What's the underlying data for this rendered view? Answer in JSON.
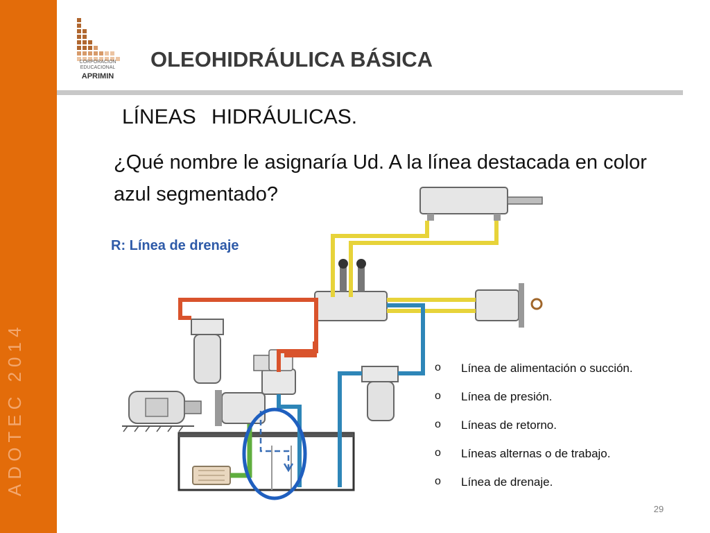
{
  "sidebar": {
    "vertical_text": "ADOTEC 2014",
    "color": "#e36c0a"
  },
  "logo": {
    "line1": "CORPORACION",
    "line2": "EDUCACIONAL",
    "brand": "APRIMIN",
    "icon": "aprimin-logo-icon"
  },
  "header": {
    "title": "OLEOHIDRÁULICA BÁSICA"
  },
  "slide": {
    "subtitle": "LÍNEAS HIDRÁULICAS.",
    "question": "¿Qué nombre le asignaría Ud. A la línea destacada en color azul segmentado?",
    "answer": "R: Línea de drenaje",
    "legend": [
      {
        "bullet": "o",
        "text": "Línea de alimentación o succión."
      },
      {
        "bullet": "o",
        "text": "Línea de presión."
      },
      {
        "bullet": "o",
        "text": "Líneas de retorno."
      },
      {
        "bullet": "o",
        "text": "Líneas alternas o de trabajo."
      },
      {
        "bullet": "o",
        "text": "Línea de drenaje."
      }
    ],
    "page_number": "29"
  },
  "colors": {
    "pressure": "#d9532c",
    "return": "#2e86b8",
    "working": "#e7d33a",
    "suction": "#5fae3e",
    "drain": "#3a6fb6",
    "highlight": "#1f5fbf"
  }
}
